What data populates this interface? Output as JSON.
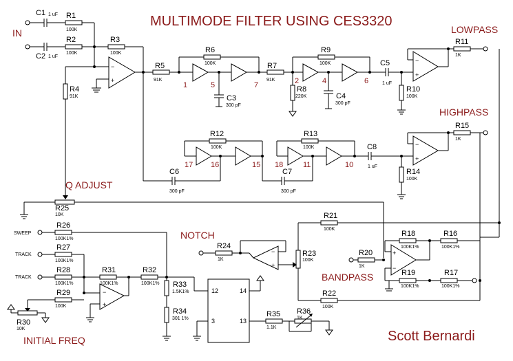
{
  "title": "MULTIMODE FILTER USING CES3320",
  "author": "Scott Bernardi",
  "labels": {
    "in": "IN",
    "lowpass": "LOWPASS",
    "highpass": "HIGHPASS",
    "bandpass": "BANDPASS",
    "notch": "NOTCH",
    "q_adjust": "Q ADJUST",
    "initial_freq": "INITIAL FREQ",
    "sweep": "SWEEP",
    "track1": "TRACK",
    "track2": "TRACK"
  },
  "components": {
    "C1": {
      "ref": "C1",
      "value": "1 uF"
    },
    "C2": {
      "ref": "C2",
      "value": "1 uF"
    },
    "C3": {
      "ref": "C3",
      "value": "300 pF"
    },
    "C4": {
      "ref": "C4",
      "value": "300 pF"
    },
    "C5": {
      "ref": "C5",
      "value": "1 uF"
    },
    "C6": {
      "ref": "C6",
      "value": "300 pF"
    },
    "C7": {
      "ref": "C7",
      "value": "300 pF"
    },
    "C8": {
      "ref": "C8",
      "value": "1 uF"
    },
    "R1": {
      "ref": "R1",
      "value": "100K"
    },
    "R2": {
      "ref": "R2",
      "value": "100K"
    },
    "R3": {
      "ref": "R3",
      "value": "100K"
    },
    "R4": {
      "ref": "R4",
      "value": "91K"
    },
    "R5": {
      "ref": "R5",
      "value": "91K"
    },
    "R6": {
      "ref": "R6",
      "value": "100K"
    },
    "R7": {
      "ref": "R7",
      "value": "91K"
    },
    "R8": {
      "ref": "R8",
      "value": "220K"
    },
    "R9": {
      "ref": "R9",
      "value": "100K"
    },
    "R10": {
      "ref": "R10",
      "value": "100K"
    },
    "R11": {
      "ref": "R11",
      "value": "1K"
    },
    "R12": {
      "ref": "R12",
      "value": "100K"
    },
    "R13": {
      "ref": "R13",
      "value": "100K"
    },
    "R14": {
      "ref": "R14",
      "value": "100K"
    },
    "R15": {
      "ref": "R15",
      "value": "1K"
    },
    "R16": {
      "ref": "R16",
      "value": "100K1%"
    },
    "R17": {
      "ref": "R17",
      "value": "100K1%"
    },
    "R18": {
      "ref": "R18",
      "value": "100K1%"
    },
    "R19": {
      "ref": "R19",
      "value": "100K1%"
    },
    "R20": {
      "ref": "R20",
      "value": "1K"
    },
    "R21": {
      "ref": "R21",
      "value": "100K"
    },
    "R22": {
      "ref": "R22",
      "value": "100K"
    },
    "R23": {
      "ref": "R23",
      "value": "100K"
    },
    "R24": {
      "ref": "R24",
      "value": "1K"
    },
    "R25": {
      "ref": "R25",
      "value": "10K"
    },
    "R26": {
      "ref": "R26",
      "value": "100K1%"
    },
    "R27": {
      "ref": "R27",
      "value": "100K1%"
    },
    "R28": {
      "ref": "R28",
      "value": "100K1%"
    },
    "R29": {
      "ref": "R29",
      "value": "100K"
    },
    "R30": {
      "ref": "R30",
      "value": "10K"
    },
    "R31": {
      "ref": "R31",
      "value": "100K1%"
    },
    "R32": {
      "ref": "R32",
      "value": "100K1%"
    },
    "R33": {
      "ref": "R33",
      "value": "1.5K1%"
    },
    "R34": {
      "ref": "R34",
      "value": "301 1%"
    },
    "R35": {
      "ref": "R35",
      "value": "1.1K"
    },
    "R36": {
      "ref": "R36",
      "value": "1K"
    }
  },
  "pins": {
    "p1": "1",
    "p5": "5",
    "p7": "7",
    "p2": "2",
    "p4": "4",
    "p6": "6",
    "p17": "17",
    "p16": "16",
    "p15": "15",
    "p18": "18",
    "p11": "11",
    "p10": "10",
    "ic12": "12",
    "ic14": "14",
    "ic3": "3",
    "ic13": "13"
  }
}
